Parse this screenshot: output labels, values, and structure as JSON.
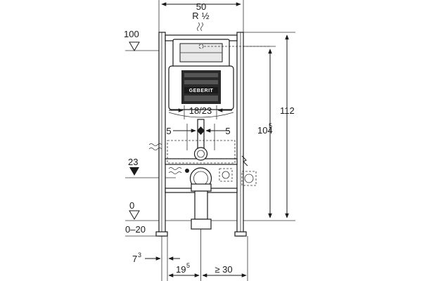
{
  "labels": {
    "width_top": "50",
    "connection_main": "R",
    "connection_frac": "½",
    "level_100": "100",
    "level_23": "23",
    "level_0": "0",
    "floor_range": "0–20",
    "waste_spacing": "18/23",
    "offset_left": "5",
    "offset_right": "5",
    "height_outer": "112",
    "height_inner_main": "104",
    "height_inner_sup": "5",
    "depth_main": "7",
    "depth_sup": "3",
    "axis_main": "19",
    "axis_sup": "5",
    "clearance": "≥ 30",
    "brand": "GEBERIT"
  },
  "colors": {
    "line": "#1a1a1a",
    "frame_fill": "#ffffff",
    "panel_dark": "#2a2a2a",
    "panel_light": "#e8e8e8"
  }
}
